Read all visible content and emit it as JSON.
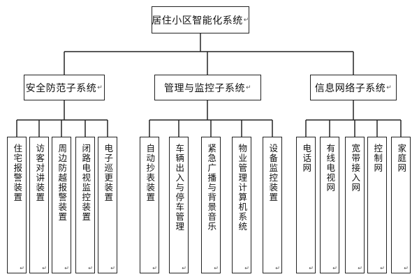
{
  "root": {
    "label": "居住小区智能化系统",
    "mark": "↵"
  },
  "subsystems": [
    {
      "label": "安全防范子系统",
      "mark": "↵",
      "items": [
        "住宅报警装置",
        "访客对讲装置",
        "周边防越报警装置",
        "闭路电视监控装置",
        "电子巡更装置"
      ]
    },
    {
      "label": "管理与监控子系统",
      "mark": "↵",
      "items": [
        "自动抄表装置",
        "车辆出入与停车管理",
        "紧急广播与背景音乐",
        "物业管理计算机系统",
        "设备监控装置"
      ]
    },
    {
      "label": "信息网络子系统",
      "mark": "↵",
      "items": [
        "电话网",
        "有线电视网",
        "宽带接入网",
        "控制网",
        "家庭网"
      ]
    }
  ],
  "item_mark": "↵",
  "colors": {
    "line": "#222222",
    "box_border": "#222222",
    "background": "#ffffff"
  }
}
